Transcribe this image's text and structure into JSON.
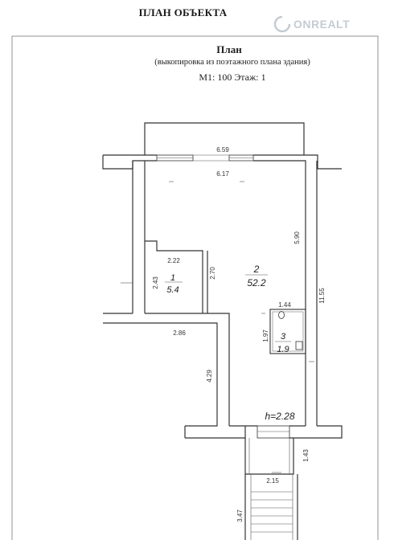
{
  "document": {
    "title": "ПЛАН ОБЪЕКТА",
    "watermark": "ONREALT"
  },
  "plan_header": {
    "title": "План",
    "subtitle": "(выкопировка из поэтажного плана здания)",
    "scale_floor": "М1: 100 Этаж: 1"
  },
  "rooms": [
    {
      "number": "1",
      "area": "5.4"
    },
    {
      "number": "2",
      "area": "52.2"
    },
    {
      "number": "3",
      "area": "1.9"
    }
  ],
  "dimensions": {
    "top_outer": "6.59",
    "top_inner": "6.17",
    "right_inner": "5.90",
    "right_outer": "11.55",
    "room1_width": "2.22",
    "room1_height": "2.43",
    "room1_side": "2.70",
    "room3_width": "1.44",
    "room3_height": "1.97",
    "lower_left_width": "2.86",
    "lower_left_height": "4.29",
    "ceiling_height": "h=2.28",
    "vestibule_side": "1.43",
    "vestibule_width": "2.15",
    "stair_length": "3.47"
  },
  "colors": {
    "ink": "#333333",
    "paper": "#ffffff",
    "frame": "#888888"
  }
}
